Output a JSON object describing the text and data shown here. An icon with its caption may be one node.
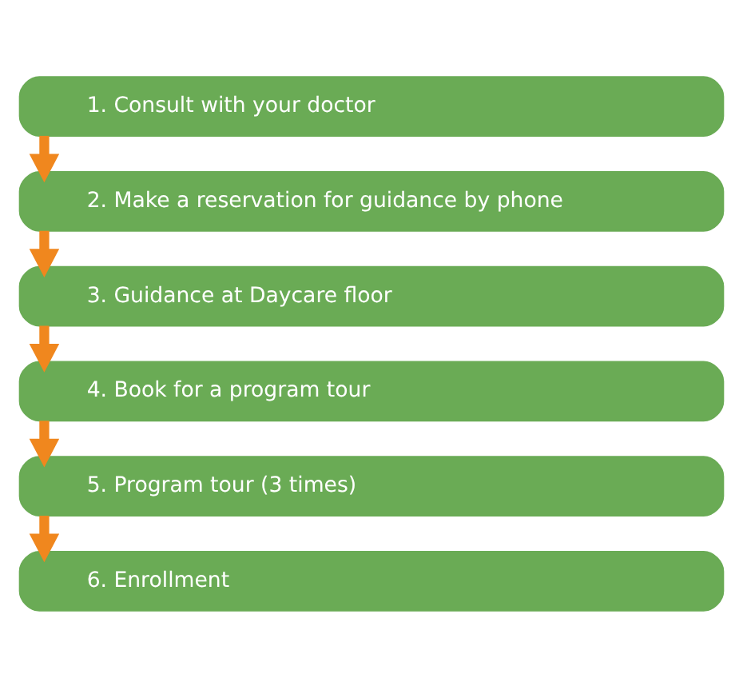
{
  "diagram": {
    "nodes": [
      {
        "text": [
          "1. Consult with your doctor"
        ]
      },
      {
        "text": [
          "2. Make a reservation for guidance by phone"
        ]
      },
      {
        "text": [
          "3. Guidance at Daycare floor"
        ]
      },
      {
        "text": [
          "4. Book for a program tour"
        ]
      },
      {
        "text": [
          "5. Program tour (3 times)"
        ]
      },
      {
        "text": [
          "6. Enrollment"
        ]
      }
    ],
    "edges": [
      {
        "from": 0,
        "to": 1,
        "arrow": "to"
      },
      {
        "from": 1,
        "to": 2,
        "arrow": "to"
      },
      {
        "from": 2,
        "to": 3,
        "arrow": "to"
      },
      {
        "from": 3,
        "to": 4,
        "arrow": "to"
      },
      {
        "from": 4,
        "to": 5,
        "arrow": "to"
      }
    ]
  }
}
